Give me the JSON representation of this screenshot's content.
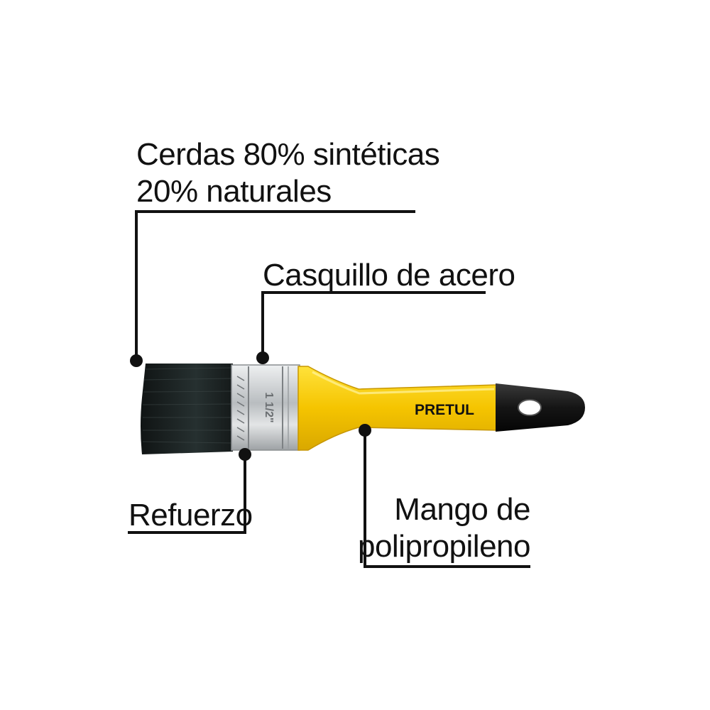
{
  "labels": {
    "bristles": {
      "line1": "Cerdas 80% sintéticas",
      "line2": "20% naturales"
    },
    "ferrule": {
      "line1": "Casquillo de acero"
    },
    "reinforcement": {
      "line1": "Refuerzo"
    },
    "handle": {
      "line1": "Mango de",
      "line2": "polipropileno"
    }
  },
  "product": {
    "brand": "PRETUL",
    "size_mark": "1 1/2\"",
    "colors": {
      "bristles": "#1c2020",
      "ferrule": "#c9ccce",
      "handle": "#f2c000",
      "grip": "#141414",
      "brand_text": "#111111"
    }
  }
}
